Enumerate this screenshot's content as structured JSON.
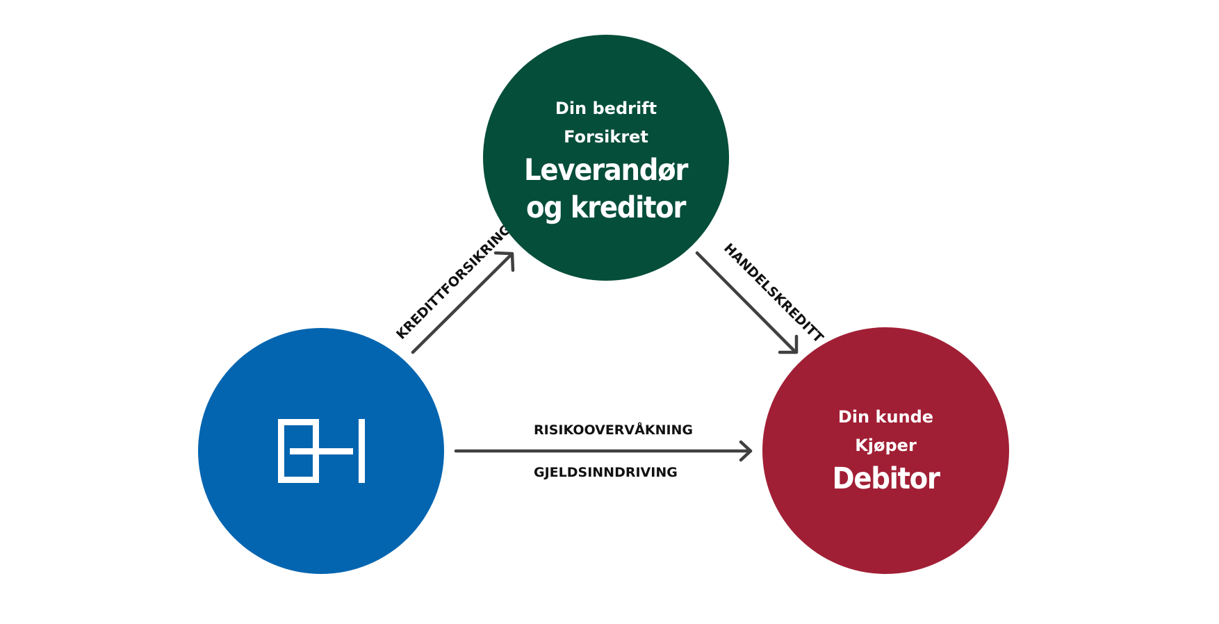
{
  "diagram": {
    "type": "credit-insurance-relationship-triangle",
    "colors": {
      "background": "#ffffff",
      "insured_company": "#054e3a",
      "insurer": "#0365b0",
      "customer": "#a11f35",
      "arrow": "#404040",
      "arrow_label": "#111111",
      "circle_text": "#ffffff"
    },
    "nodes": {
      "insured_company": {
        "line1": "Din bedrift",
        "line2": "Forsikret",
        "title_line1": "Leverandør",
        "title_line2": "og kreditor"
      },
      "insurer": {
        "logo": "EH",
        "logo_icon": "eh-monogram-logo"
      },
      "customer": {
        "line1": "Din kunde",
        "line2": "Kjøper",
        "title": "Debitor"
      }
    },
    "edges": {
      "insurer_to_company": {
        "label": "KREDITTFORSIKRING",
        "from": "insurer",
        "to": "insured_company"
      },
      "company_to_customer": {
        "label": "HANDELSKREDITT",
        "from": "insured_company",
        "to": "customer"
      },
      "insurer_to_customer": {
        "label_top": "RISIKOOVERVÅKNING",
        "label_bottom": "GJELDSINNDRIVING",
        "from": "insurer",
        "to": "customer"
      }
    }
  }
}
